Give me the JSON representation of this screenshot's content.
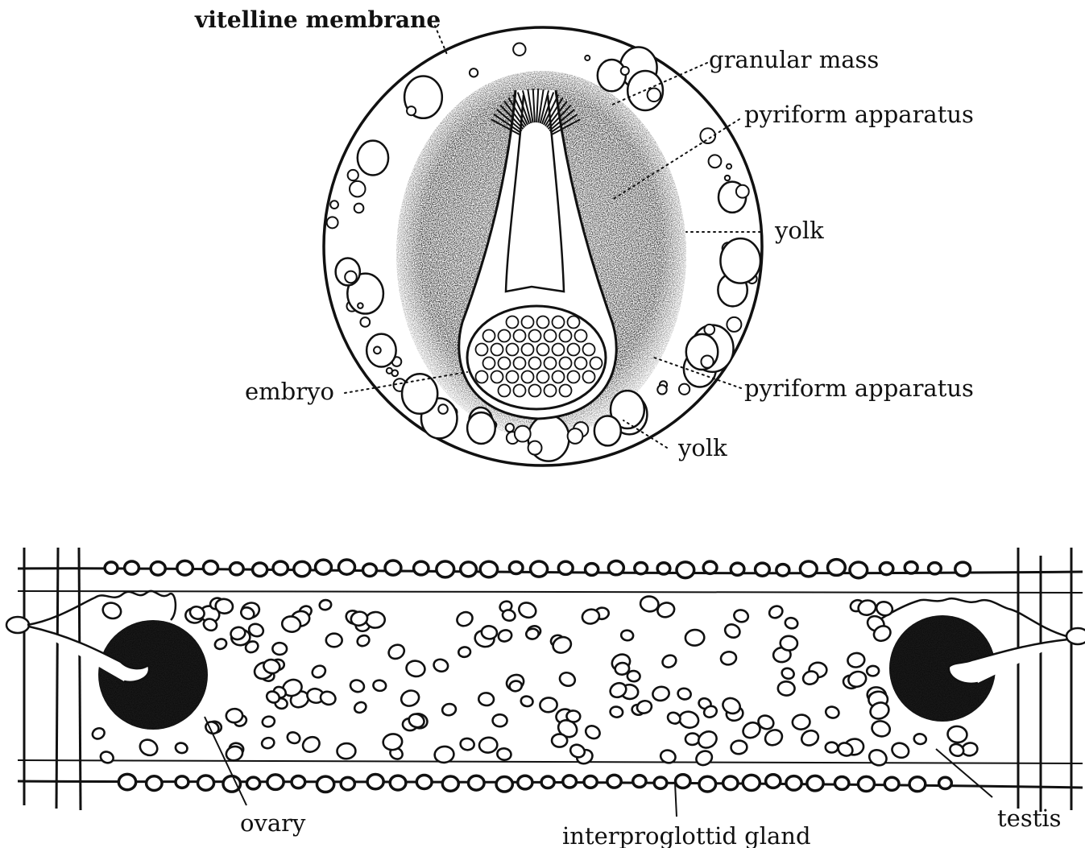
{
  "egg": {
    "labels": {
      "vitelline_membrane": "vitelline membrane",
      "granular_mass": "granular mass",
      "pyriform_apparatus_top": "pyriform apparatus",
      "yolk_right": "yolk",
      "embryo": "embryo",
      "pyriform_apparatus_bottom": "pyriform apparatus",
      "yolk_bottom": "yolk"
    }
  },
  "proglottid": {
    "labels": {
      "ovary": "ovary",
      "interproglottid_gland": "interproglottid gland",
      "testis": "testis"
    }
  },
  "colors": {
    "ink": "#111111",
    "background": "#ffffff"
  }
}
